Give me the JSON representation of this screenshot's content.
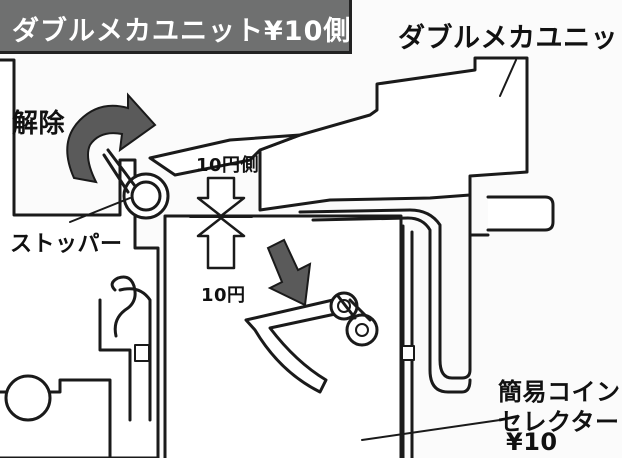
{
  "header": {
    "title": "ダブルメカユニット¥10側"
  },
  "labels": {
    "double_mech_unit": "ダブルメカユニット",
    "release": "解除",
    "stopper": "ストッパー",
    "side_10yen": "10円側",
    "coin_10yen": "10円",
    "selector_line1": "簡易コイン",
    "selector_line2": "セレクター",
    "selector_line3": "¥10"
  },
  "colors": {
    "header_bg": "#6f7070",
    "line": "#1a1a1a",
    "arrow": "#5a5a5a",
    "unit_fill": "#ffffff",
    "background": "#fbfbfb"
  },
  "icons": {
    "release_arrow": "curved-arrow-icon",
    "insert_arrow": "down-arrow-icon"
  }
}
